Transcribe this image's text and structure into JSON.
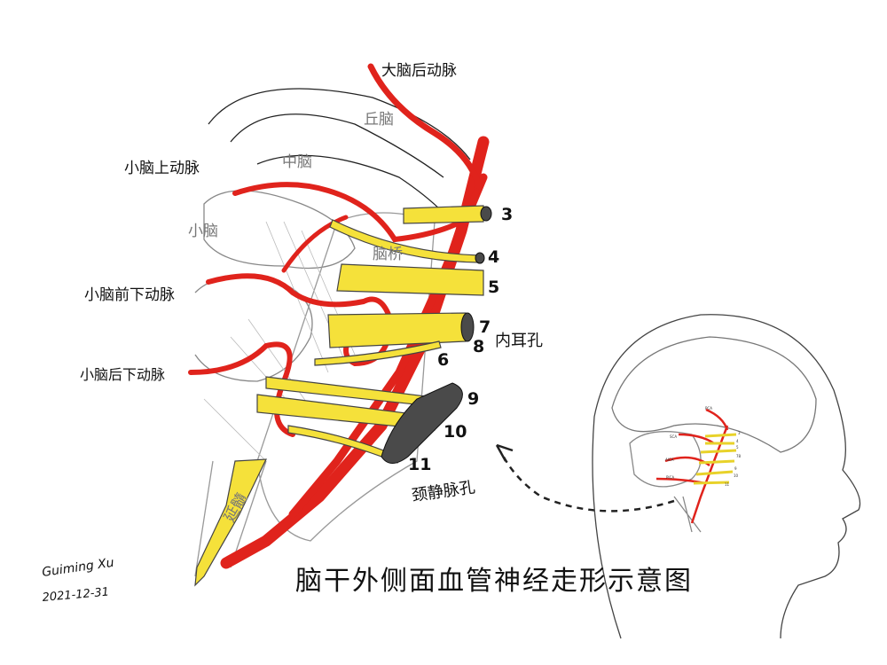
{
  "title": "脑干外侧面血管神经走形示意图",
  "signature": {
    "name": "Guiming Xu",
    "date": "2021-12-31"
  },
  "regions": {
    "thalamus": "丘脑",
    "midbrain": "中脑",
    "cerebellum": "小脑",
    "pons": "脑桥",
    "medulla": "延髓"
  },
  "arteries": {
    "pca": "大脑后动脉",
    "sca": "小脑上动脉",
    "aica": "小脑前下动脉",
    "pica": "小脑后下动脉"
  },
  "nerves": [
    "3",
    "4",
    "5",
    "7",
    "8",
    "6",
    "9",
    "10",
    "11"
  ],
  "foramina": {
    "internal_acoustic": "内耳孔",
    "jugular": "颈静脉孔"
  },
  "inset": {
    "labels": [
      "PCA",
      "SCA",
      "AICA",
      "PICA"
    ],
    "nerves": [
      "3",
      "4",
      "5",
      "78",
      "9",
      "10",
      "11"
    ]
  },
  "colors": {
    "artery": "#e0231c",
    "nerve": "#f5e13a",
    "foramen": "#4a4a4a"
  }
}
